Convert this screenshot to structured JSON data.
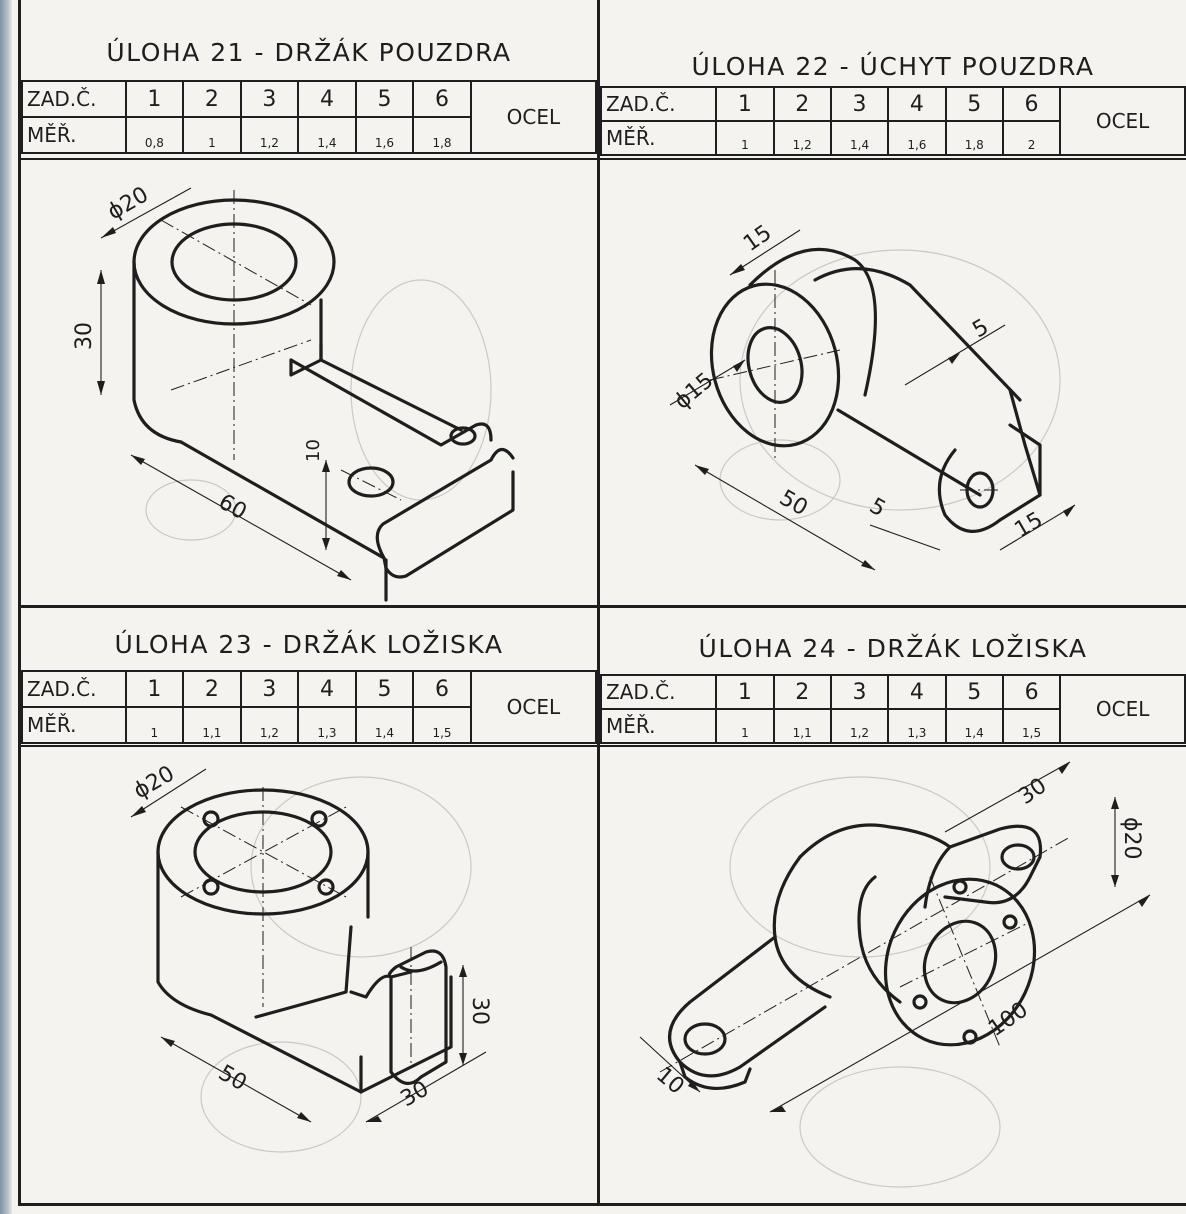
{
  "labels": {
    "task_no": "ZAD.Č.",
    "dims": "MĚŘ.",
    "material": "OCEL"
  },
  "tasks": [
    {
      "title": "ÚLOHA 21 - DRŽÁK POUZDRA",
      "numbers": [
        "1",
        "2",
        "3",
        "4",
        "5",
        "6"
      ],
      "scales": [
        "0,8",
        "1",
        "1,2",
        "1,4",
        "1,6",
        "1,8"
      ],
      "dims": [
        "ϕ20",
        "30",
        "10",
        "60"
      ]
    },
    {
      "title": "ÚLOHA 22 - ÚCHYT POUZDRA",
      "numbers": [
        "1",
        "2",
        "3",
        "4",
        "5",
        "6"
      ],
      "scales": [
        "1",
        "1,2",
        "1,4",
        "1,6",
        "1,8",
        "2"
      ],
      "dims": [
        "15",
        "5",
        "ϕ15",
        "50",
        "5",
        "15"
      ]
    },
    {
      "title": "ÚLOHA 23 - DRŽÁK LOŽISKA",
      "numbers": [
        "1",
        "2",
        "3",
        "4",
        "5",
        "6"
      ],
      "scales": [
        "1",
        "1,1",
        "1,2",
        "1,3",
        "1,4",
        "1,5"
      ],
      "dims": [
        "ϕ20",
        "30",
        "50",
        "30"
      ]
    },
    {
      "title": "ÚLOHA 24 - DRŽÁK LOŽISKA",
      "numbers": [
        "1",
        "2",
        "3",
        "4",
        "5",
        "6"
      ],
      "scales": [
        "1",
        "1,1",
        "1,2",
        "1,3",
        "1,4",
        "1,5"
      ],
      "dims": [
        "30",
        "ϕ20",
        "10",
        "100"
      ]
    }
  ]
}
